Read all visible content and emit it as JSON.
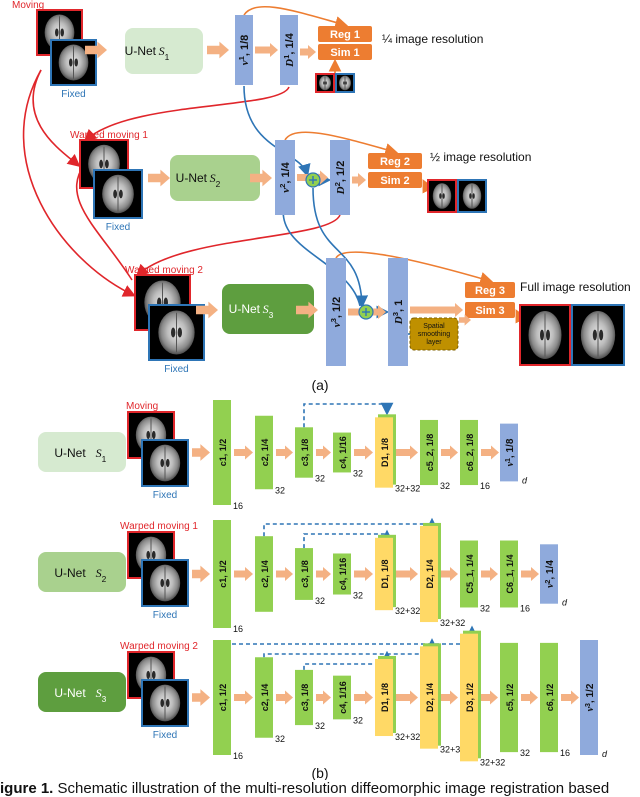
{
  "colors": {
    "moving_border": "#e0262b",
    "fixed_border": "#2e75b6",
    "unet_light": "#d6ead0",
    "unet_mid": "#a9d18e",
    "unet_dark": "#5e9e3f",
    "field_blue": "#8faadc",
    "reg_orange": "#ed7d31",
    "conv_green": "#92d050",
    "dec_yellow": "#ffd966",
    "arrow_peach": "#f4b183",
    "smoothing": "#bf9000",
    "curve_red": "#e0262b",
    "curve_blue": "#2e75b6",
    "curve_orange": "#ed7d31"
  },
  "part_a": {
    "label": "(a)",
    "rows": [
      {
        "moving_label": "Moving",
        "fixed_label": "Fixed",
        "unet": "U-Net",
        "unet_sub": "1",
        "v": "1",
        "v_res": ", 1/8",
        "d": "1",
        "d_res": ", 1/4",
        "reg": "Reg 1",
        "sim": "Sim 1",
        "res_text": "¼ image resolution"
      },
      {
        "moving_label": "Warped moving 1",
        "fixed_label": "Fixed",
        "unet": "U-Net",
        "unet_sub": "2",
        "v": "2",
        "v_res": ", 1/4",
        "d": "2",
        "d_res": ", 1/2",
        "reg": "Reg 2",
        "sim": "Sim 2",
        "res_text": "½ image resolution"
      },
      {
        "moving_label": "Warped moving 2",
        "fixed_label": "Fixed",
        "unet": "U-Net",
        "unet_sub": "3",
        "v": "3",
        "v_res": ", 1/2",
        "d": "3",
        "d_res": ", 1",
        "reg": "Reg 3",
        "sim": "Sim 3",
        "res_text": "Full image resolution"
      }
    ],
    "smoothing_label": [
      "Spatial",
      "smoothing",
      "layer"
    ]
  },
  "part_b": {
    "label": "(b)",
    "rows": [
      {
        "unet": "U-Net",
        "unet_sub": "1",
        "moving_label": "Moving",
        "fixed_label": "Fixed",
        "blocks": [
          {
            "label": "c1, 1/2",
            "kind": "conv",
            "ch": "16"
          },
          {
            "label": "c2, 1/4",
            "kind": "conv",
            "ch": "32"
          },
          {
            "label": "c3, 1/8",
            "kind": "conv",
            "ch": "32"
          },
          {
            "label": "c4, 1/16",
            "kind": "conv",
            "ch": "32"
          },
          {
            "label": "D1, 1/8",
            "kind": "dec",
            "ch": "32+32"
          },
          {
            "label": "c5_2, 1/8",
            "kind": "conv",
            "ch": "32"
          },
          {
            "label": "c6_2, 1/8",
            "kind": "conv",
            "ch": "16"
          }
        ],
        "out_v": "1",
        "out_res": ", 1/8",
        "out_ch": "d"
      },
      {
        "unet": "U-Net",
        "unet_sub": "2",
        "moving_label": "Warped moving 1",
        "fixed_label": "Fixed",
        "blocks": [
          {
            "label": "c1, 1/2",
            "kind": "conv",
            "ch": "16"
          },
          {
            "label": "c2, 1/4",
            "kind": "conv",
            "ch": ""
          },
          {
            "label": "c3, 1/8",
            "kind": "conv",
            "ch": "32"
          },
          {
            "label": "c4, 1/16",
            "kind": "conv",
            "ch": "32"
          },
          {
            "label": "D1, 1/8",
            "kind": "dec",
            "ch": "32+32"
          },
          {
            "label": "D2, 1/4",
            "kind": "dec",
            "ch": "32+32"
          },
          {
            "label": "C5_1, 1/4",
            "kind": "conv",
            "ch": "32"
          },
          {
            "label": "C6_1, 1/4",
            "kind": "conv",
            "ch": "16"
          }
        ],
        "out_v": "2",
        "out_res": ", 1/4",
        "out_ch": "d"
      },
      {
        "unet": "U-Net",
        "unet_sub": "3",
        "moving_label": "Warped moving 2",
        "fixed_label": "Fixed",
        "blocks": [
          {
            "label": "c1, 1/2",
            "kind": "conv",
            "ch": "16"
          },
          {
            "label": "c2, 1/4",
            "kind": "conv",
            "ch": "32"
          },
          {
            "label": "c3, 1/8",
            "kind": "conv",
            "ch": "32"
          },
          {
            "label": "c4, 1/16",
            "kind": "conv",
            "ch": "32"
          },
          {
            "label": "D1, 1/8",
            "kind": "dec",
            "ch": "32+32"
          },
          {
            "label": "D2, 1/4",
            "kind": "dec",
            "ch": "32+32"
          },
          {
            "label": "D3, 1/2",
            "kind": "dec",
            "ch": "32+32"
          },
          {
            "label": "c5, 1/2",
            "kind": "conv",
            "ch": "32"
          },
          {
            "label": "c6, 1/2",
            "kind": "conv",
            "ch": "16"
          }
        ],
        "out_v": "3",
        "out_res": ", 1/2",
        "out_ch": "d"
      }
    ]
  },
  "caption": {
    "prefix": "igure 1.",
    "text": " Schematic illustration of the multi-resolution diffeomorphic image registration based"
  }
}
